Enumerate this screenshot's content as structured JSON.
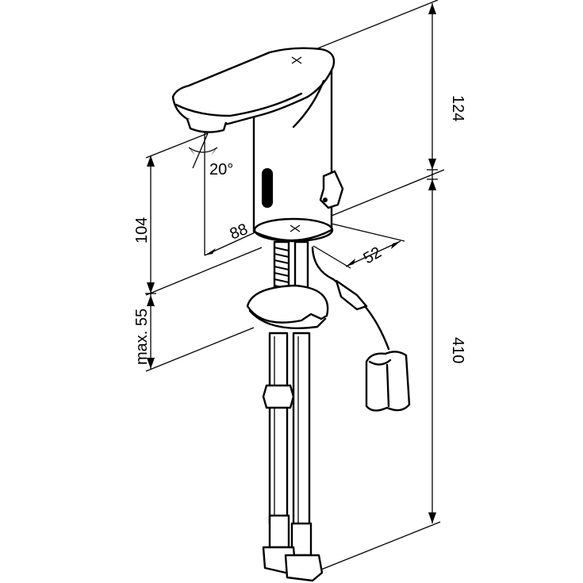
{
  "dimensions": {
    "height_upper": "124",
    "height_lower": "410",
    "spout_height": "104",
    "max_deck": "max. 55",
    "spout_reach": "88",
    "body_diameter": "52",
    "angle": "20°"
  }
}
